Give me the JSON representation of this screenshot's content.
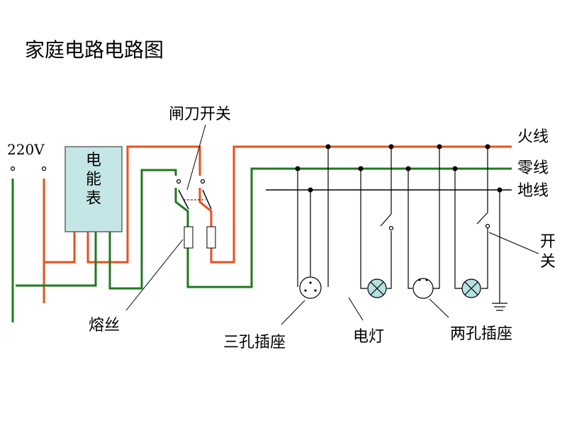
{
  "title": "家庭电路电路图",
  "labels": {
    "voltage": "220V",
    "meter_chars": [
      "电",
      "能",
      "表"
    ],
    "knife_switch": "闸刀开关",
    "live_wire": "火线",
    "neutral_wire": "零线",
    "ground_wire": "地线",
    "switch_chars": [
      "开",
      "关"
    ],
    "fuse": "熔丝",
    "three_hole_socket": "三孔插座",
    "lamp": "电灯",
    "two_hole_socket": "两孔插座"
  },
  "colors": {
    "live": "#e8501e",
    "neutral": "#1e7a1e",
    "ground": "#000000",
    "meter_fill": "#c5e6e6",
    "lamp_fill": "#b7e0e2"
  }
}
